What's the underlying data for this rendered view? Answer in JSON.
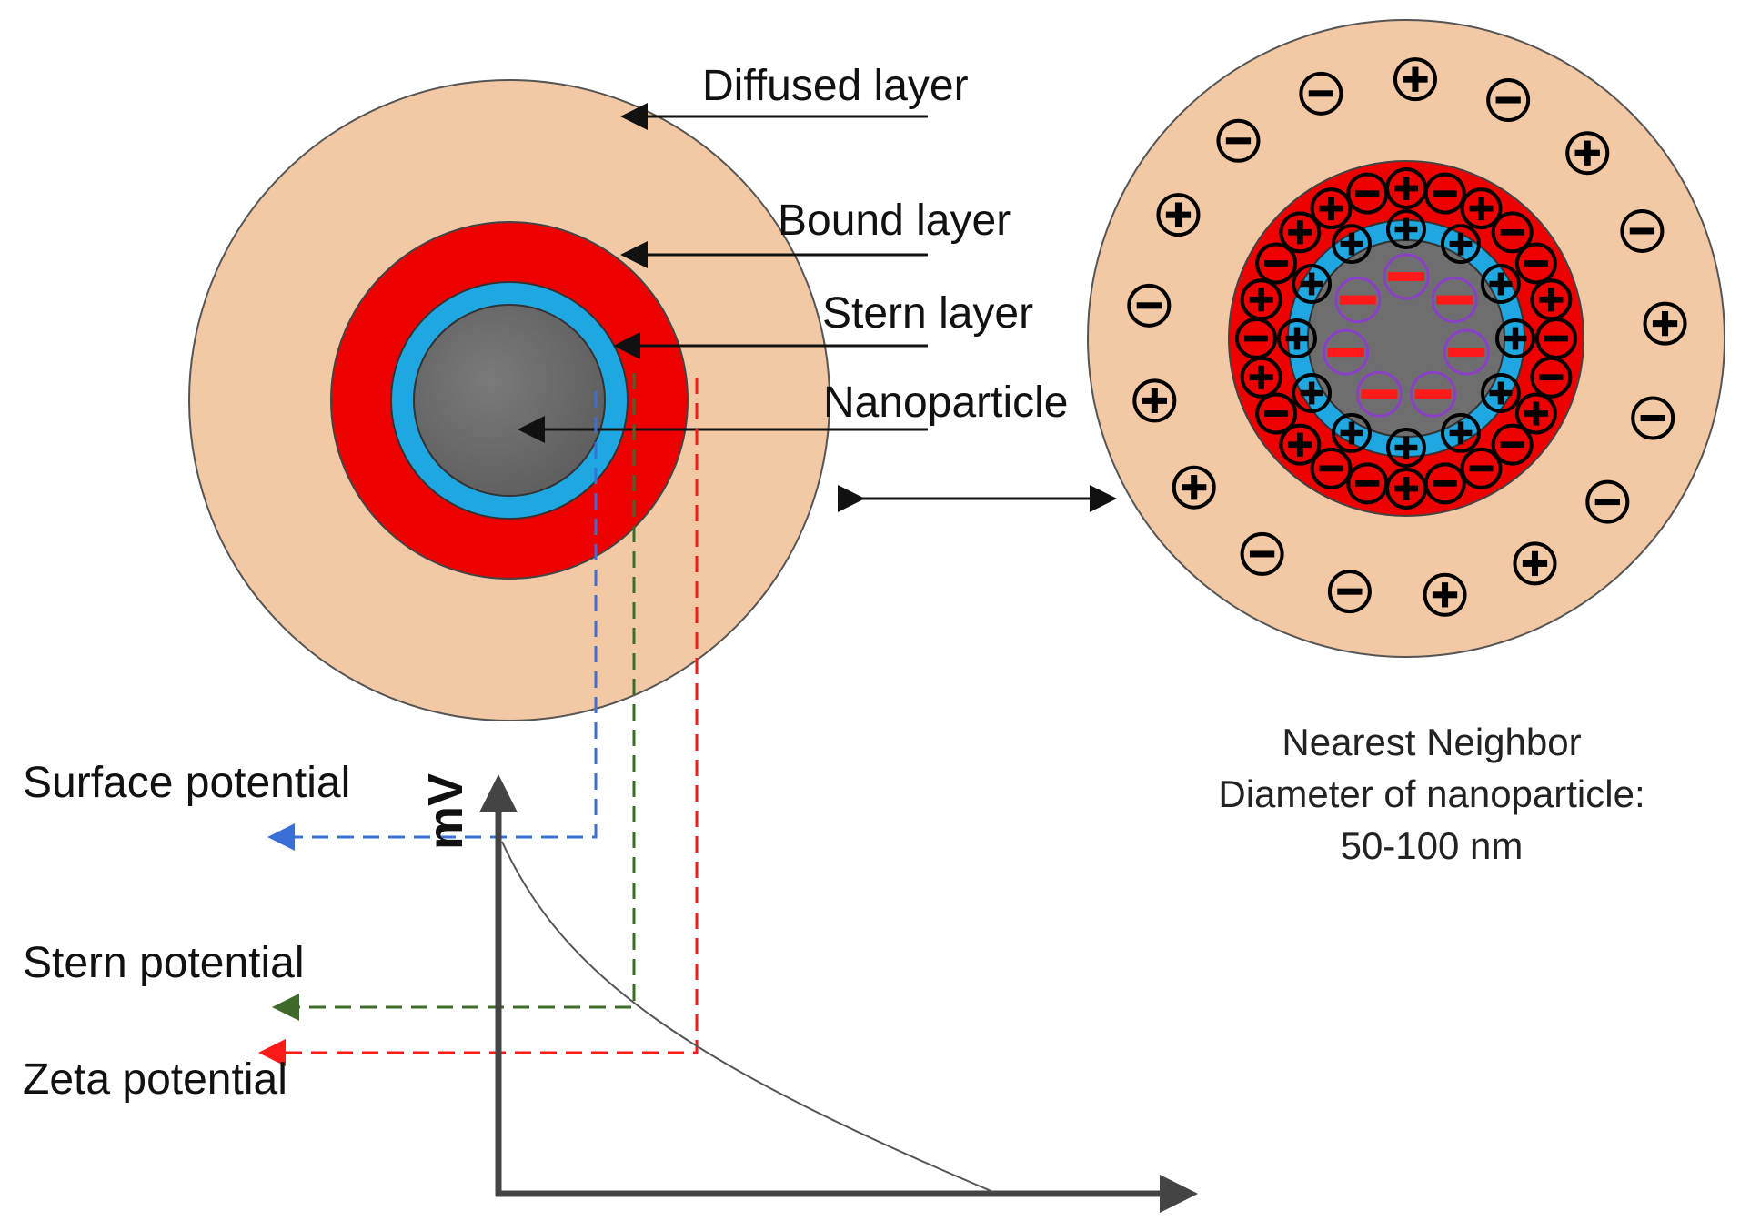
{
  "labels": {
    "diffused_layer": "Diffused layer",
    "bound_layer": "Bound layer",
    "stern_layer": "Stern layer",
    "nanoparticle": "Nanoparticle"
  },
  "potentials": {
    "surface": "Surface potential",
    "stern": "Stern potential",
    "zeta": "Zeta potential"
  },
  "axis": {
    "y_label": "mV"
  },
  "caption": {
    "line1": "Nearest Neighbor",
    "line2": "Diameter of nanoparticle:",
    "line3": "50-100 nm"
  },
  "colors": {
    "diffused": "#f2c9a4",
    "bound": "#ee0000",
    "stern": "#1ea7e0",
    "core": "#6e6e6e",
    "surface_line": "#3a6fd8",
    "stern_line": "#3e6b2a",
    "zeta_line": "#ff1a1a",
    "axis": "#444444"
  },
  "ions": {
    "outer_signs": [
      "+",
      "-",
      "+",
      "-",
      "+",
      "-",
      "-",
      "+",
      "+",
      "-",
      "-",
      "+",
      "+",
      "-",
      "+",
      "-",
      "-"
    ],
    "bound_signs": [
      "-",
      "+",
      "-",
      "-",
      "+",
      "-",
      "-",
      "+",
      "-",
      "-",
      "-",
      "+",
      "-",
      "-",
      "+",
      "-",
      "+",
      "-",
      "+",
      "-",
      "+",
      "+",
      "-",
      "+"
    ],
    "stern_signs": [
      "+",
      "+",
      "+",
      "+",
      "+",
      "+",
      "+",
      "+",
      "+",
      "+",
      "+",
      "+"
    ],
    "core_signs": [
      "-",
      "-",
      "-",
      "-",
      "-",
      "-",
      "-"
    ]
  }
}
